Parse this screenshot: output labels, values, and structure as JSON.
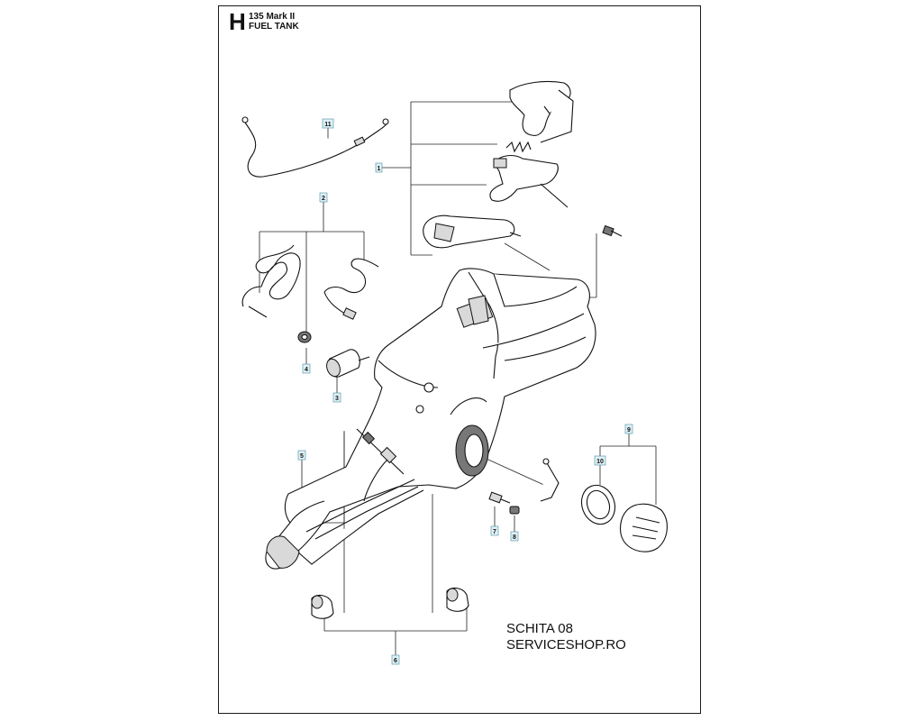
{
  "header": {
    "section_letter": "H",
    "model": "135 Mark II",
    "title": "FUEL TANK"
  },
  "callouts": [
    "1",
    "2",
    "3",
    "4",
    "5",
    "6",
    "7",
    "8",
    "9",
    "10",
    "11"
  ],
  "watermark": {
    "line1": "SCHITA 08",
    "line2": "SERVICESHOP.RO"
  }
}
